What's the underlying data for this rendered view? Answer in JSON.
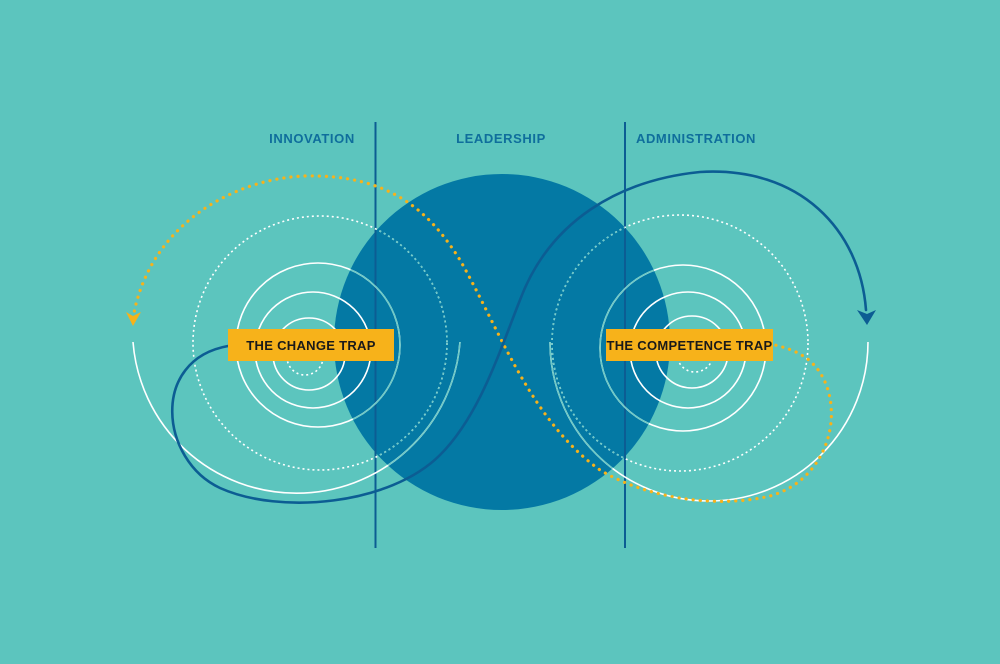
{
  "sections": {
    "innovation": "INNOVATION",
    "leadership": "LEADERSHIP",
    "administration": "ADMINISTRATION"
  },
  "traps": {
    "change": "THE CHANGE TRAP",
    "competence": "THE COMPETENCE TRAP"
  },
  "colors": {
    "background": "#5cc5be",
    "circle": "#0479a4",
    "blue_path": "#0c5d93",
    "yellow_path": "#f7b21a",
    "label_fill": "#f7b21a",
    "section_text": "#0f6e9c"
  }
}
